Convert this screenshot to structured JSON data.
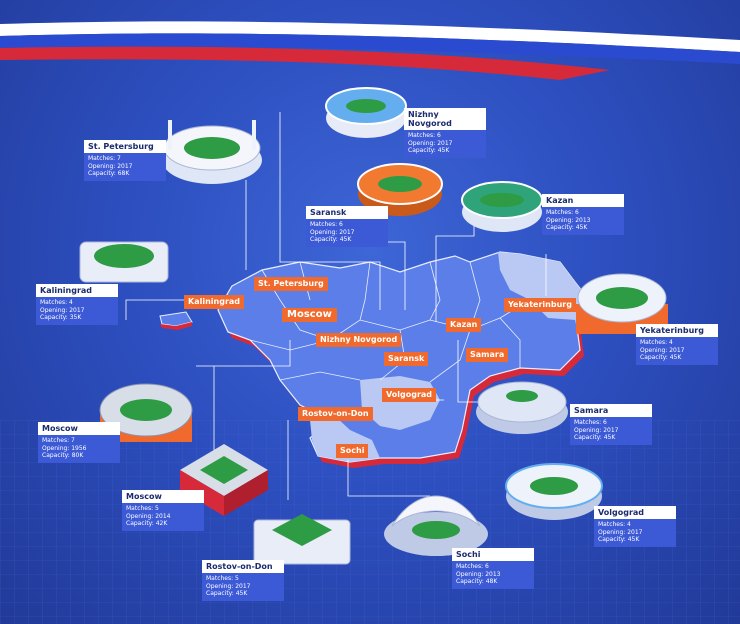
{
  "colors": {
    "background": "#2d4fc0",
    "card_header": "#ffffff",
    "card_body": "#3c5ad6",
    "city_tag": "#f06a2d",
    "map_land": "#5b7ee8",
    "map_highlight": "#b9c9f4",
    "flag_white": "#ffffff",
    "flag_blue": "#2a4ad0",
    "flag_red": "#d62a3a"
  },
  "map_labels": [
    "St. Petersburg",
    "Kaliningrad",
    "Moscow",
    "Nizhny Novgorod",
    "Kazan",
    "Yekaterinburg",
    "Saransk",
    "Samara",
    "Volgograd",
    "Rostov-on-Don",
    "Sochi"
  ],
  "stadiums": [
    {
      "city": "St. Petersburg",
      "matches_text": "Matches: 7",
      "opening_text": "Opening: 2017",
      "capacity_text": "Capacity: 68K",
      "icon": "stadium-st-petersburg-icon"
    },
    {
      "city": "Nizhny Novgorod",
      "matches_text": "Matches: 6",
      "opening_text": "Opening: 2017",
      "capacity_text": "Capacity: 45K",
      "icon": "stadium-nizhny-novgorod-icon"
    },
    {
      "city": "Saransk",
      "matches_text": "Matches: 6",
      "opening_text": "Opening: 2017",
      "capacity_text": "Capacity: 45K",
      "icon": "stadium-saransk-icon"
    },
    {
      "city": "Kazan",
      "matches_text": "Matches: 6",
      "opening_text": "Opening: 2013",
      "capacity_text": "Capacity: 45K",
      "icon": "stadium-kazan-icon"
    },
    {
      "city": "Kaliningrad",
      "matches_text": "Matches: 4",
      "opening_text": "Opening: 2017",
      "capacity_text": "Capacity: 35K",
      "icon": "stadium-kaliningrad-icon"
    },
    {
      "city": "Yekaterinburg",
      "matches_text": "Matches: 4",
      "opening_text": "Opening: 2017",
      "capacity_text": "Capacity: 45K",
      "icon": "stadium-yekaterinburg-icon"
    },
    {
      "city": "Moscow",
      "matches_text": "Matches: 7",
      "opening_text": "Opening: 1956",
      "capacity_text": "Capacity: 80K",
      "icon": "stadium-luzhniki-icon"
    },
    {
      "city": "Samara",
      "matches_text": "Matches: 6",
      "opening_text": "Opening: 2017",
      "capacity_text": "Capacity: 45K",
      "icon": "stadium-samara-icon"
    },
    {
      "city": "Moscow",
      "matches_text": "Matches: 5",
      "opening_text": "Opening: 2014",
      "capacity_text": "Capacity: 42K",
      "icon": "stadium-spartak-icon"
    },
    {
      "city": "Volgograd",
      "matches_text": "Matches: 4",
      "opening_text": "Opening: 2017",
      "capacity_text": "Capacity: 45K",
      "icon": "stadium-volgograd-icon"
    },
    {
      "city": "Rostov-on-Don",
      "matches_text": "Matches: 5",
      "opening_text": "Opening: 2017",
      "capacity_text": "Capacity: 45K",
      "icon": "stadium-rostov-icon"
    },
    {
      "city": "Sochi",
      "matches_text": "Matches: 6",
      "opening_text": "Opening: 2013",
      "capacity_text": "Capacity: 48K",
      "icon": "stadium-sochi-icon"
    }
  ]
}
